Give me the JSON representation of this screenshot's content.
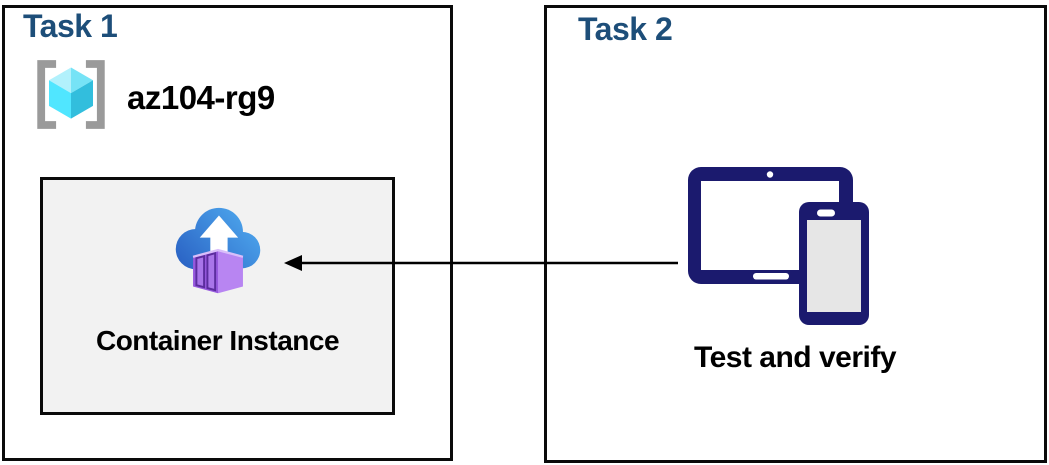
{
  "colors": {
    "title_blue": "#1D4E79",
    "label_black": "#000000",
    "box_border": "#0A0A0A",
    "container_box_bg": "#F2F2F2",
    "device_navy": "#1B1A6E",
    "cloud_blue_dark": "#2A62C4",
    "cloud_blue_light": "#4FAAEF",
    "container_purple_light": "#B885F2",
    "container_purple_dark": "#9659DD",
    "cube_cyan_light": "#50E6FF",
    "cube_cyan_dark": "#32BEDD",
    "bracket_gray": "#9A9A9A"
  },
  "task1": {
    "title": "Task 1",
    "resource_group": {
      "icon": "resource-group-icon",
      "name": "az104-rg9"
    },
    "container": {
      "icon": "container-instances-icon",
      "label": "Container Instance"
    }
  },
  "task2": {
    "title": "Task 2",
    "devices_icon": "tablet-phone-icon",
    "label": "Test and verify"
  },
  "arrow": {
    "direction": "right-to-left",
    "from": "task2-devices",
    "to": "container-instance-box"
  }
}
